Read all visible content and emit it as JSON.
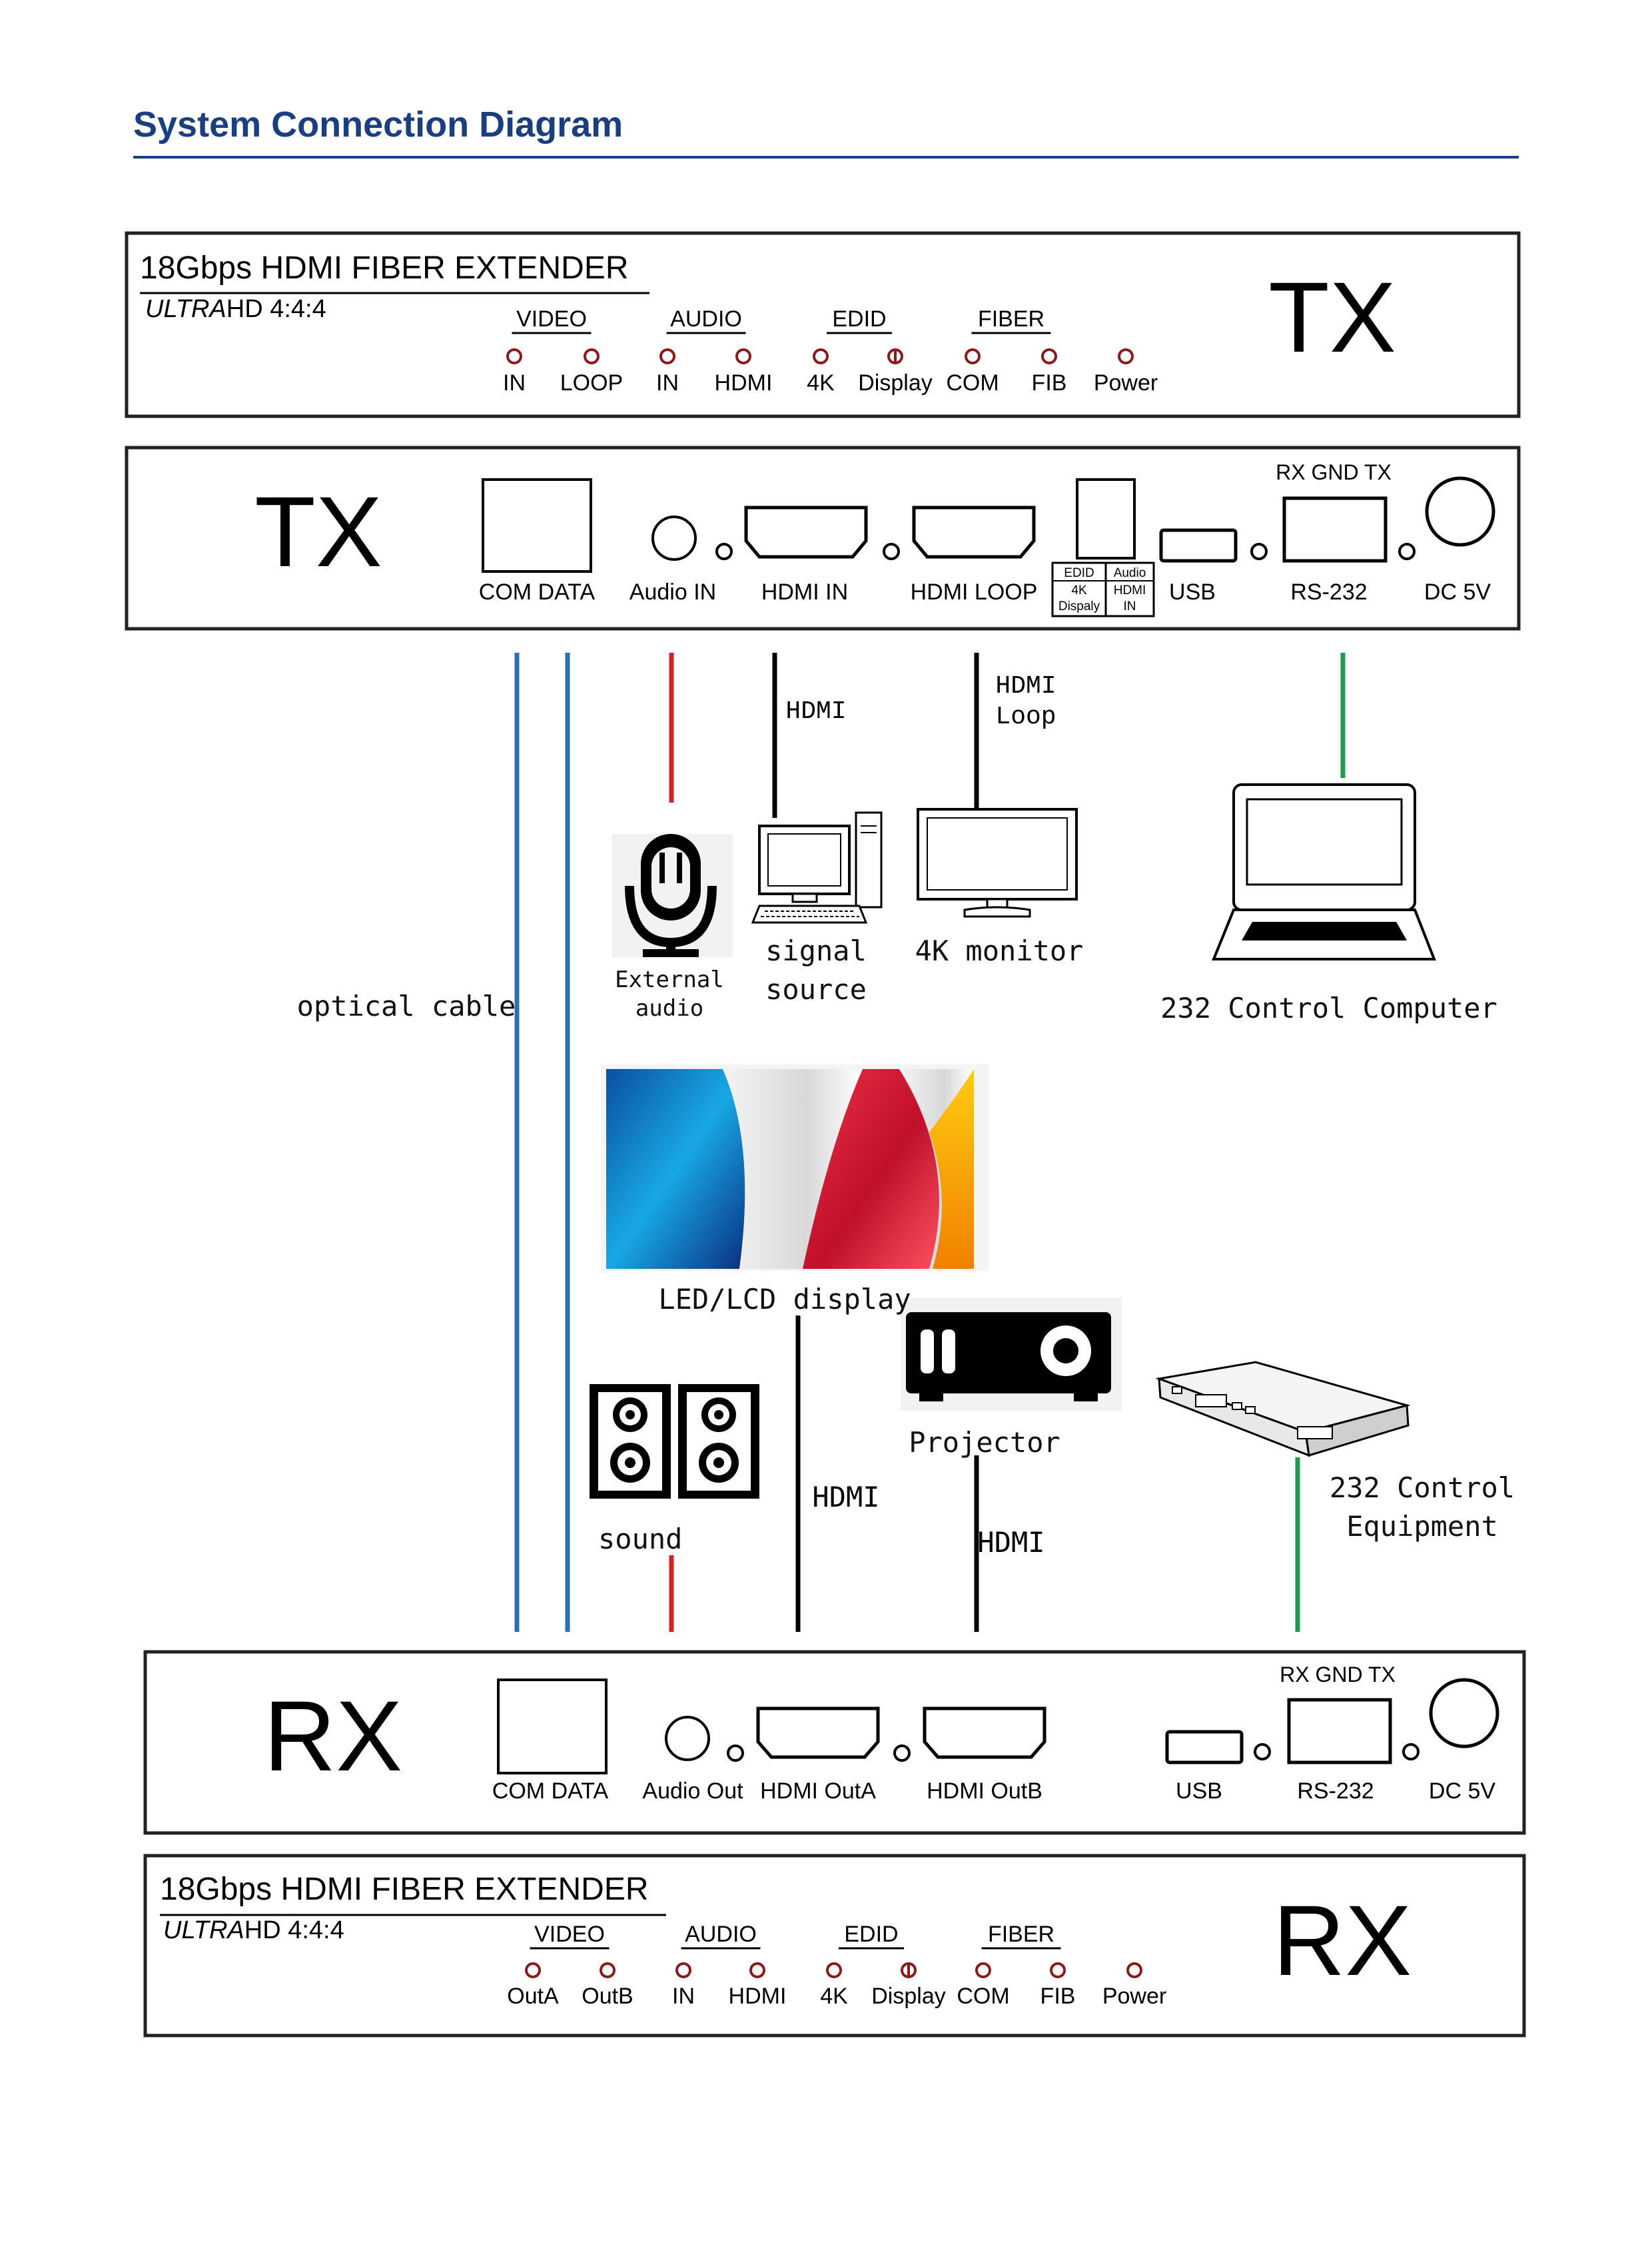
{
  "page_title": "System Connection Diagram",
  "colors": {
    "title": "#1a3e82",
    "fiber": "#2a6fb0",
    "audio": "#d42020",
    "hdmi": "#000000",
    "rs232": "#1e9a4a"
  },
  "tx_front": {
    "product": "18Gbps HDMI FIBER EXTENDER",
    "subtitle_italic": "ULTRA",
    "subtitle_rest": "HD 4:4:4",
    "groups": [
      "VIDEO",
      "AUDIO",
      "EDID",
      "FIBER"
    ],
    "leds": [
      "IN",
      "LOOP",
      "IN",
      "HDMI",
      "4K",
      "Display",
      "COM",
      "FIB",
      "Power"
    ],
    "badge": "TX"
  },
  "tx_back": {
    "badge": "TX",
    "ports": [
      "COM DATA",
      "Audio IN",
      "HDMI IN",
      "HDMI LOOP",
      "USB",
      "RS-232",
      "DC 5V"
    ],
    "rs232_pins": "RX GND TX",
    "dip_left": [
      "EDID",
      "4K",
      "Dispaly"
    ],
    "dip_right": [
      "Audio",
      "HDMI",
      "IN"
    ]
  },
  "devices": {
    "external_audio": [
      "External",
      "audio"
    ],
    "signal_source": [
      "signal",
      "source"
    ],
    "monitor": "4K monitor",
    "control_computer": "232 Control Computer",
    "led_display": "LED/LCD display",
    "projector": "Projector",
    "sound": "sound",
    "control_equipment": [
      "232 Control",
      "Equipment"
    ]
  },
  "cable_labels": {
    "optical": "optical cable",
    "hdmi_in": "HDMI",
    "hdmi_loop": [
      "HDMI",
      "Loop"
    ],
    "hdmi_out_a": "HDMI",
    "hdmi_out_b": "HDMI"
  },
  "rx_back": {
    "badge": "RX",
    "ports": [
      "COM DATA",
      "Audio Out",
      "HDMI OutA",
      "HDMI OutB",
      "USB",
      "RS-232",
      "DC 5V"
    ],
    "rs232_pins": "RX GND TX"
  },
  "rx_front": {
    "product": "18Gbps HDMI FIBER EXTENDER",
    "subtitle_italic": "ULTRA",
    "subtitle_rest": "HD 4:4:4",
    "groups": [
      "VIDEO",
      "AUDIO",
      "EDID",
      "FIBER"
    ],
    "leds": [
      "OutA",
      "OutB",
      "IN",
      "HDMI",
      "4K",
      "Display",
      "COM",
      "FIB",
      "Power"
    ],
    "badge": "RX"
  }
}
